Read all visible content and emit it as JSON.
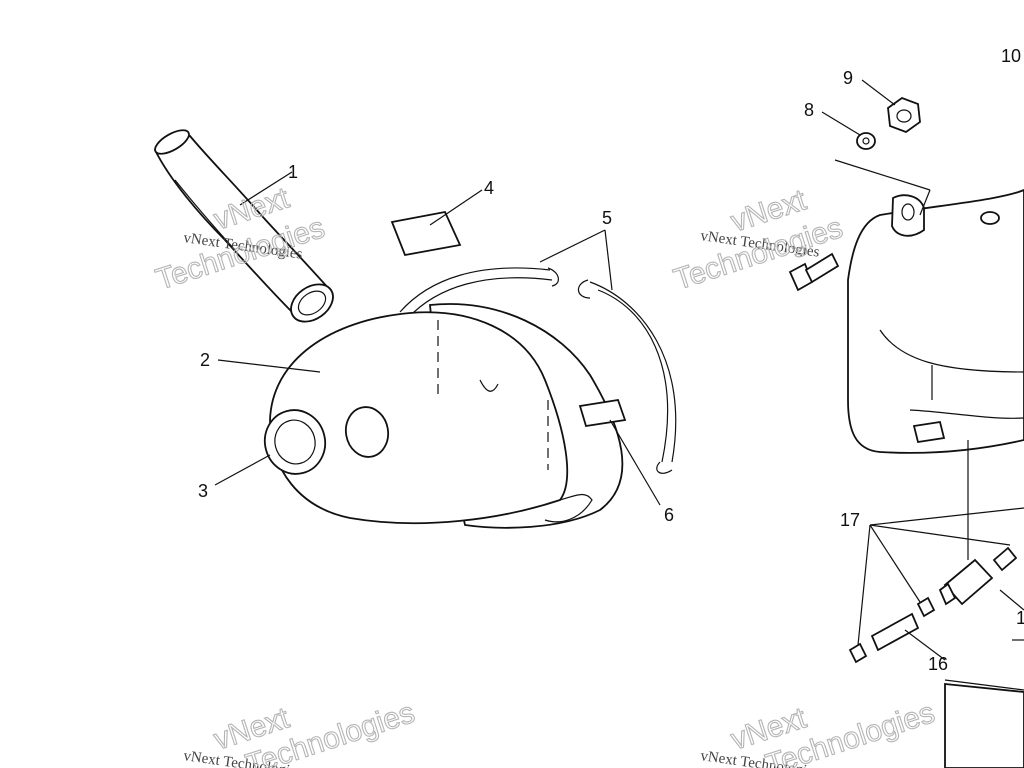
{
  "diagram": {
    "callouts": [
      "1",
      "2",
      "3",
      "4",
      "5",
      "6",
      "8",
      "9",
      "10",
      "16",
      "17",
      "1"
    ],
    "watermark": {
      "brand": "vNext",
      "line_small": "vNext Technologies",
      "line_large": "Technologies"
    }
  }
}
